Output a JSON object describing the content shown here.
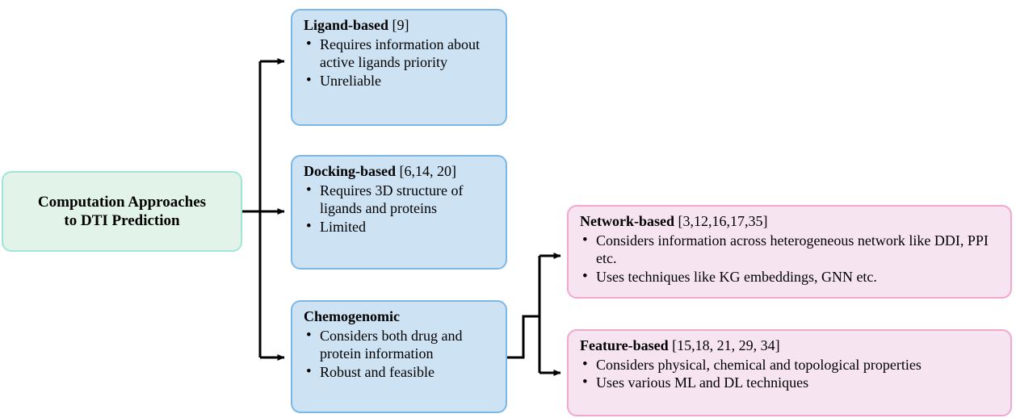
{
  "diagram": {
    "title_root": "Computation Approaches to DTI Prediction",
    "root": {
      "label_line1": "Computation Approaches",
      "label_line2": "to DTI Prediction",
      "fill": "#e2f4ea",
      "border": "#a3e3da"
    },
    "branches": [
      {
        "id": "ligand-based",
        "title": "Ligand-based",
        "refs": "[9]",
        "fill": "#cde2f3",
        "border": "#7bb8e8",
        "bullets": [
          "Requires information about active ligands priority",
          "Unreliable"
        ]
      },
      {
        "id": "docking-based",
        "title": "Docking-based",
        "refs": "[6,14, 20]",
        "fill": "#cde2f3",
        "border": "#7bb8e8",
        "bullets": [
          "Requires 3D structure of ligands and proteins",
          "Limited"
        ]
      },
      {
        "id": "chemogenomic",
        "title": "Chemogenomic",
        "refs": "",
        "fill": "#cde2f3",
        "border": "#7bb8e8",
        "bullets": [
          "Considers both drug and protein information",
          "Robust and feasible"
        ]
      }
    ],
    "sub_branches": [
      {
        "id": "network-based",
        "title": "Network-based",
        "refs": "[3,12,16,17,35]",
        "fill": "#f7e4f1",
        "border": "#f0a8cf",
        "bullets": [
          "Considers information across heterogeneous network like DDI, PPI etc.",
          "Uses techniques like KG embeddings, GNN etc."
        ]
      },
      {
        "id": "feature-based",
        "title": "Feature-based",
        "refs": "[15,18, 21, 29, 34]",
        "fill": "#f7e4f1",
        "border": "#f0a8cf",
        "bullets": [
          "Considers physical, chemical and topological properties",
          "Uses various ML and DL techniques"
        ]
      }
    ],
    "connector_color": "#000000"
  }
}
